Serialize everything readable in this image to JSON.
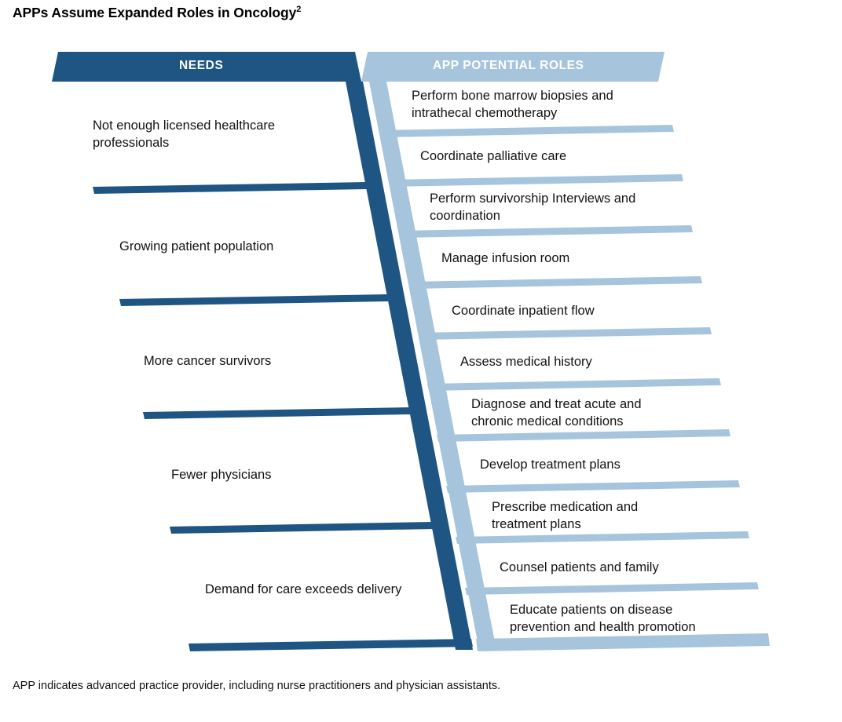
{
  "title": {
    "text": "APPs Assume Expanded Roles in Oncology",
    "superscript": "2"
  },
  "headers": {
    "left": "NEEDS",
    "right": "APP POTENTIAL ROLES"
  },
  "colors": {
    "dark_blue": "#1F5582",
    "light_blue": "#A6C5DD",
    "header_text": "#FFFFFF",
    "body_text": "#121212",
    "background": "#FFFFFF"
  },
  "needs": [
    {
      "label": "Not enough licensed healthcare professionals"
    },
    {
      "label": "Growing patient population"
    },
    {
      "label": "More cancer survivors"
    },
    {
      "label": "Fewer physicians"
    },
    {
      "label": "Demand for care exceeds delivery"
    }
  ],
  "roles": [
    {
      "label": "Perform bone marrow biopsies and intrathecal chemotherapy"
    },
    {
      "label": "Coordinate palliative care"
    },
    {
      "label": "Perform survivorship Interviews and coordination"
    },
    {
      "label": "Manage infusion room"
    },
    {
      "label": "Coordinate inpatient flow"
    },
    {
      "label": "Assess medical history"
    },
    {
      "label": "Diagnose and treat acute and chronic medical conditions"
    },
    {
      "label": "Develop treatment plans"
    },
    {
      "label": "Prescribe medication and treatment plans"
    },
    {
      "label": "Counsel patients and family"
    },
    {
      "label": "Educate patients on disease prevention and health promotion"
    }
  ],
  "footnote": "APP indicates advanced practice provider, including nurse practitioners and physician assistants."
}
